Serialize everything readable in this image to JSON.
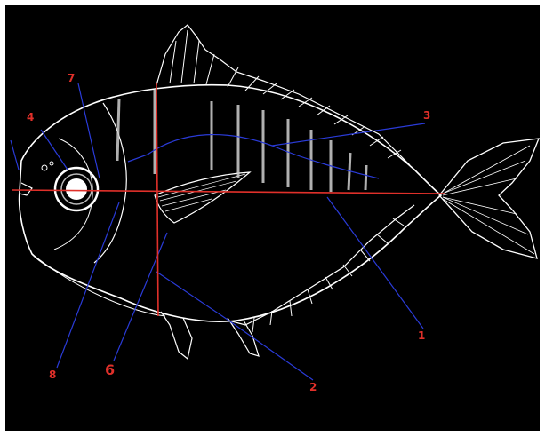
{
  "labels": [
    {
      "id": "1",
      "text": "1"
    },
    {
      "id": "2",
      "text": "2"
    },
    {
      "id": "3",
      "text": "3"
    },
    {
      "id": "4",
      "text": "4"
    },
    {
      "id": "6",
      "text": "6"
    },
    {
      "id": "7",
      "text": "7"
    },
    {
      "id": "8",
      "text": "8"
    }
  ],
  "colors": {
    "background": "#000000",
    "frame": "#ffffff",
    "fish_outline": "#ffffff",
    "measure_line": "#e0302a",
    "leader_line": "#2a3bd8",
    "label_text": "#e0302a"
  }
}
